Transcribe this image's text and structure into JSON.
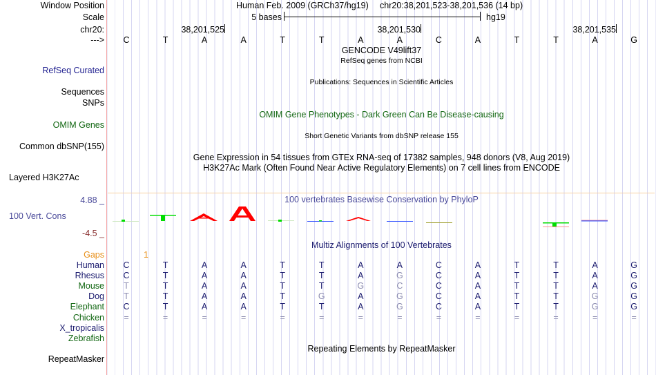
{
  "header": {
    "window_position_label": "Window Position",
    "assembly": "Human Feb. 2009 (GRCh37/hg19)",
    "position": "chr20:38,201,523-38,201,536 (14 bp)",
    "scale_label": "Scale",
    "scale_text": "5 bases",
    "scale_db": "hg19",
    "chrom_label": "chr20:",
    "coord_ticks": [
      "38,201,525",
      "38,201,530",
      "38,201,535"
    ],
    "strand_label": "--->",
    "bases": [
      "C",
      "T",
      "A",
      "A",
      "T",
      "T",
      "A",
      "A",
      "C",
      "A",
      "T",
      "T",
      "A",
      "G"
    ]
  },
  "tracks": {
    "gencode_title": "GENCODE V49lift37",
    "refseq_title": "RefSeq genes from NCBI",
    "refseq_label": "RefSeq Curated",
    "publications_title": "Publications: Sequences in Scientific Articles",
    "sequences_label": "Sequences",
    "snps_label": "SNPs",
    "omim_title": "OMIM Gene Phenotypes - Dark Green Can Be Disease-causing",
    "omim_label": "OMIM Genes",
    "dbsnp_title": "Short Genetic Variants from dbSNP release 155",
    "dbsnp_label": "Common dbSNP(155)",
    "gtex_title": "Gene Expression in 54 tissues from GTEx RNA-seq of 17382 samples, 948 donors (V8, Aug 2019)",
    "h3k27ac_title": "H3K27Ac Mark (Often Found Near Active Regulatory Elements) on 7 cell lines from ENCODE",
    "h3k27ac_label": "Layered H3K27Ac",
    "phylop_title": "100 vertebrates Basewise Conservation by PhyloP",
    "phylop_label": "100 Vert. Cons",
    "phylop_max": "4.88 _",
    "phylop_min": "-4.5 _",
    "multiz_title": "Multiz Alignments of 100 Vertebrates",
    "gaps_label": "Gaps",
    "gaps_value": "1",
    "repeat_title": "Repeating Elements by RepeatMasker",
    "repeat_label": "RepeatMasker"
  },
  "alignment": [
    {
      "species": "Human",
      "color": "#1a1a6e",
      "bases": "CTAATTAACATTAG"
    },
    {
      "species": "Rhesus",
      "color": "#1a1a6e",
      "bases": "CTAATTAGCATTAG"
    },
    {
      "species": "Mouse",
      "color": "#116611",
      "bases": "TTAATTGCCATTAG"
    },
    {
      "species": "Dog",
      "color": "#1a1a6e",
      "bases": "TTAATGAGCATTGG"
    },
    {
      "species": "Elephant",
      "color": "#116611",
      "bases": "CTAATTAGCATTGG"
    },
    {
      "species": "Chicken",
      "color": "#116611",
      "bases": "=============="
    },
    {
      "species": "X_tropicalis",
      "color": "#1a1a6e",
      "bases": ""
    },
    {
      "species": "Zebrafish",
      "color": "#116611",
      "bases": ""
    }
  ],
  "colors": {
    "label_blue": "#1f1f8f",
    "omim_green": "#116611",
    "phylop_blue": "#4a4a9a",
    "gaps_orange": "#e8901a",
    "conserved": "#ff0000",
    "accelerated": "#00dd00",
    "match_base": "#1a1a6e",
    "mismatch_base": "#8c8cb0"
  }
}
